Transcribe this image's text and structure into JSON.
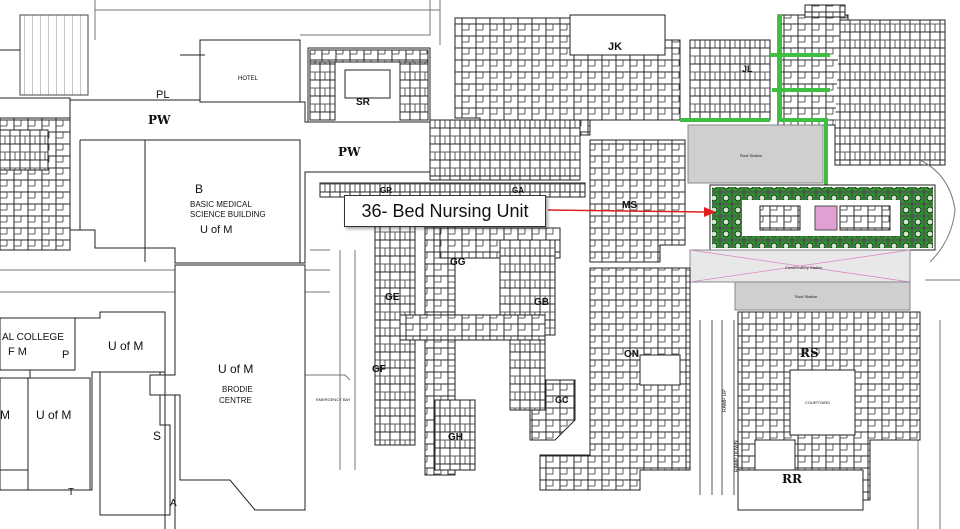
{
  "labels": {
    "pl": "PL",
    "pw_west": "PW",
    "pw_center": "PW",
    "hotel": "HOTEL",
    "sr": "SR",
    "jk": "JK",
    "jl": "JL",
    "b": "B",
    "bmsb_line1": "BASIC MEDICAL",
    "bmsb_line2": "SCIENCE BUILDING",
    "bmsb_line3": "U of M",
    "gr": "GR",
    "ga": "GA",
    "ms": "MS",
    "gg": "GG",
    "ge": "GE",
    "gb": "GB",
    "gf": "GF",
    "gc": "GC",
    "gh": "GH",
    "on": "ON",
    "rs": "RS",
    "rr": "RR",
    "courtyard": "COURTYARD",
    "roof_station": "Roof Station",
    "roof_station2": "Roof Station",
    "conservatory": "Conservatory Station",
    "ramp_up": "RAMP UP",
    "ramp_down": "RAMP DOWN",
    "emergency_bay": "EMERGENCY BAY",
    "dental_line1": "AL COLLEGE",
    "dental_line2": "F M",
    "p": "P",
    "uofm_1": "U of M",
    "uofm_2": "U of M",
    "uofm_3": "U of M",
    "brodie_line1": "BRODIE",
    "brodie_line2": "CENTRE",
    "m": "M",
    "s": "S",
    "t": "T",
    "a": "A"
  },
  "callout": {
    "text": "36- Bed Nursing Unit"
  },
  "colors": {
    "line": "#222222",
    "highlight_green": "#3fbf3f",
    "bed_green": "#2f9e2f",
    "roof_gray": "#cfcfcf",
    "arrow_red": "#e02020",
    "pink": "#d98ac8"
  }
}
